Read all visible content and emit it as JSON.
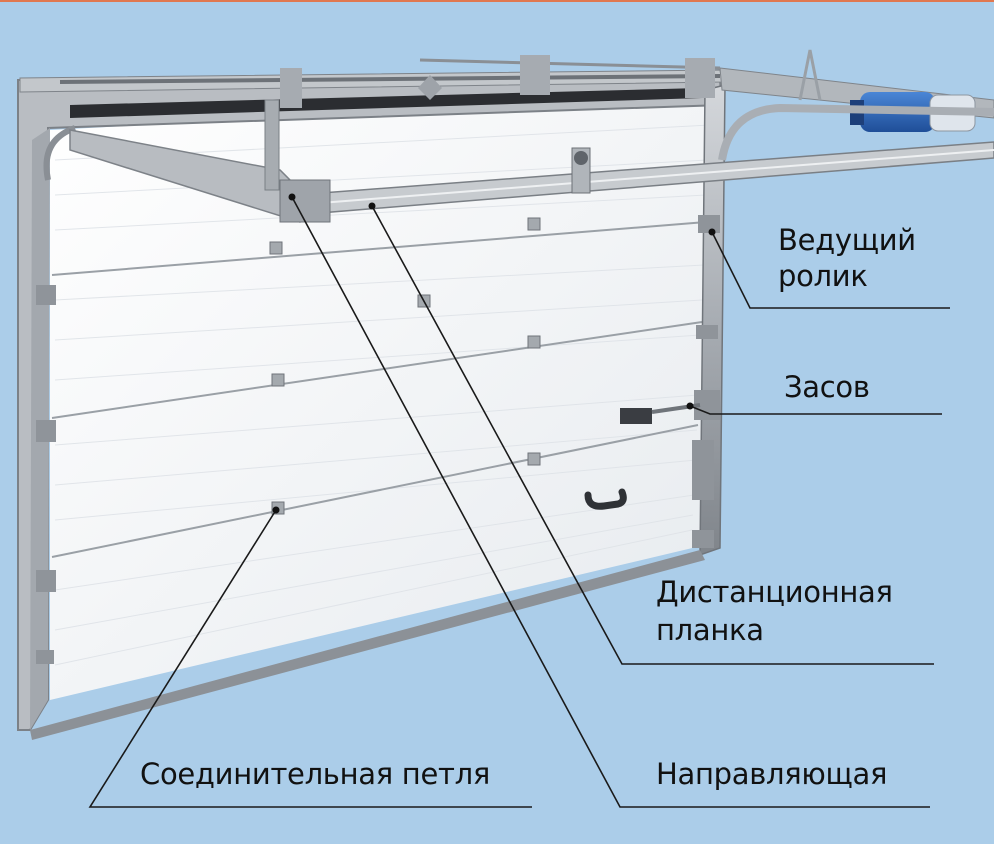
{
  "callouts": {
    "drive_roller_line1": "Ведущий",
    "drive_roller_line2": "ролик",
    "latch": "Засов",
    "spacer_bar_line1": "Дистанционная",
    "spacer_bar_line2": "планка",
    "hinge": "Соединительная петля",
    "guide_rail": "Направляющая"
  },
  "colors": {
    "background": "#abcde9",
    "accent_top": "#e07850",
    "leader_line": "#1a1a1a",
    "panel": "#f4f6f8",
    "frame": "#9a9ea3",
    "motor": "#2a64b4"
  }
}
